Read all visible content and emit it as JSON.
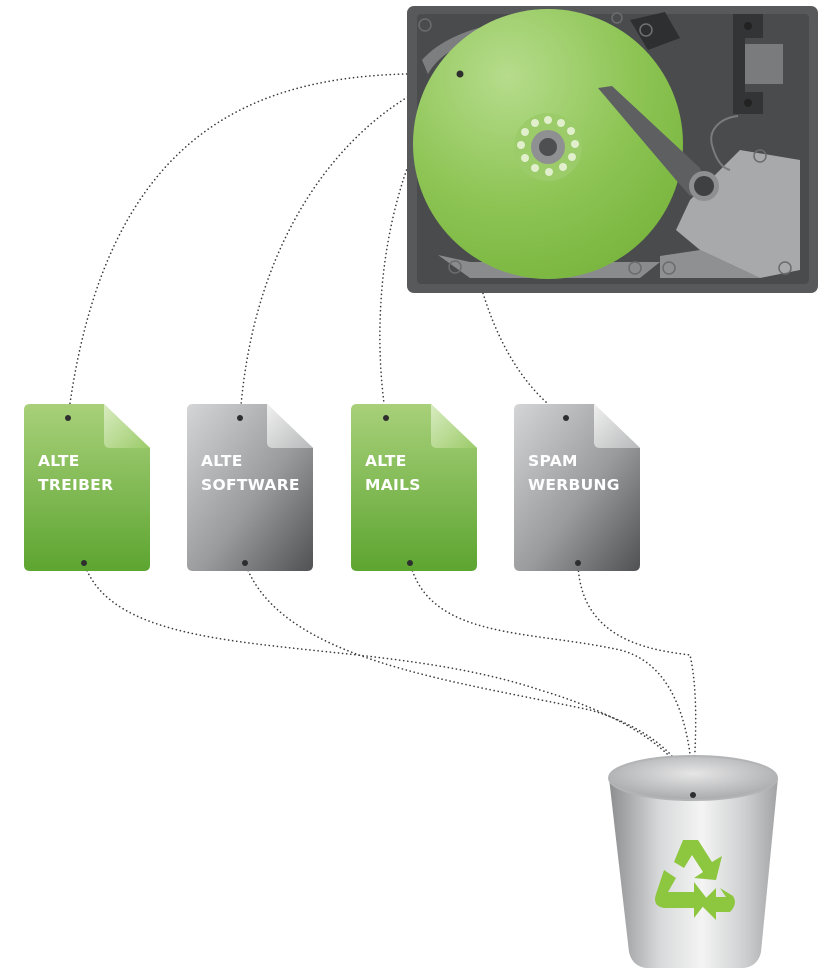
{
  "documents": [
    {
      "id": "alte-treiber",
      "lines": [
        "ALTE",
        "TREIBER"
      ],
      "theme": "green"
    },
    {
      "id": "alte-software",
      "lines": [
        "ALTE",
        "SOFTWARE"
      ],
      "theme": "gray"
    },
    {
      "id": "alte-mails",
      "lines": [
        "ALTE",
        "MAILS"
      ],
      "theme": "green"
    },
    {
      "id": "spam-werbung",
      "lines": [
        "SPAM",
        "WERBUNG"
      ],
      "theme": "gray"
    }
  ],
  "colors": {
    "green_light": "#a8cf74",
    "green_dark": "#5ea832",
    "gray_light": "#c9cacb",
    "gray_dark": "#5c5d5f",
    "drive_case": "#58595b",
    "platter": "#8dc454",
    "recycle_green": "#8dc63f",
    "dots": "#3a3a3a"
  },
  "icons": [
    "hard-drive-icon",
    "document-icon",
    "trash-bin-icon",
    "recycle-icon"
  ]
}
